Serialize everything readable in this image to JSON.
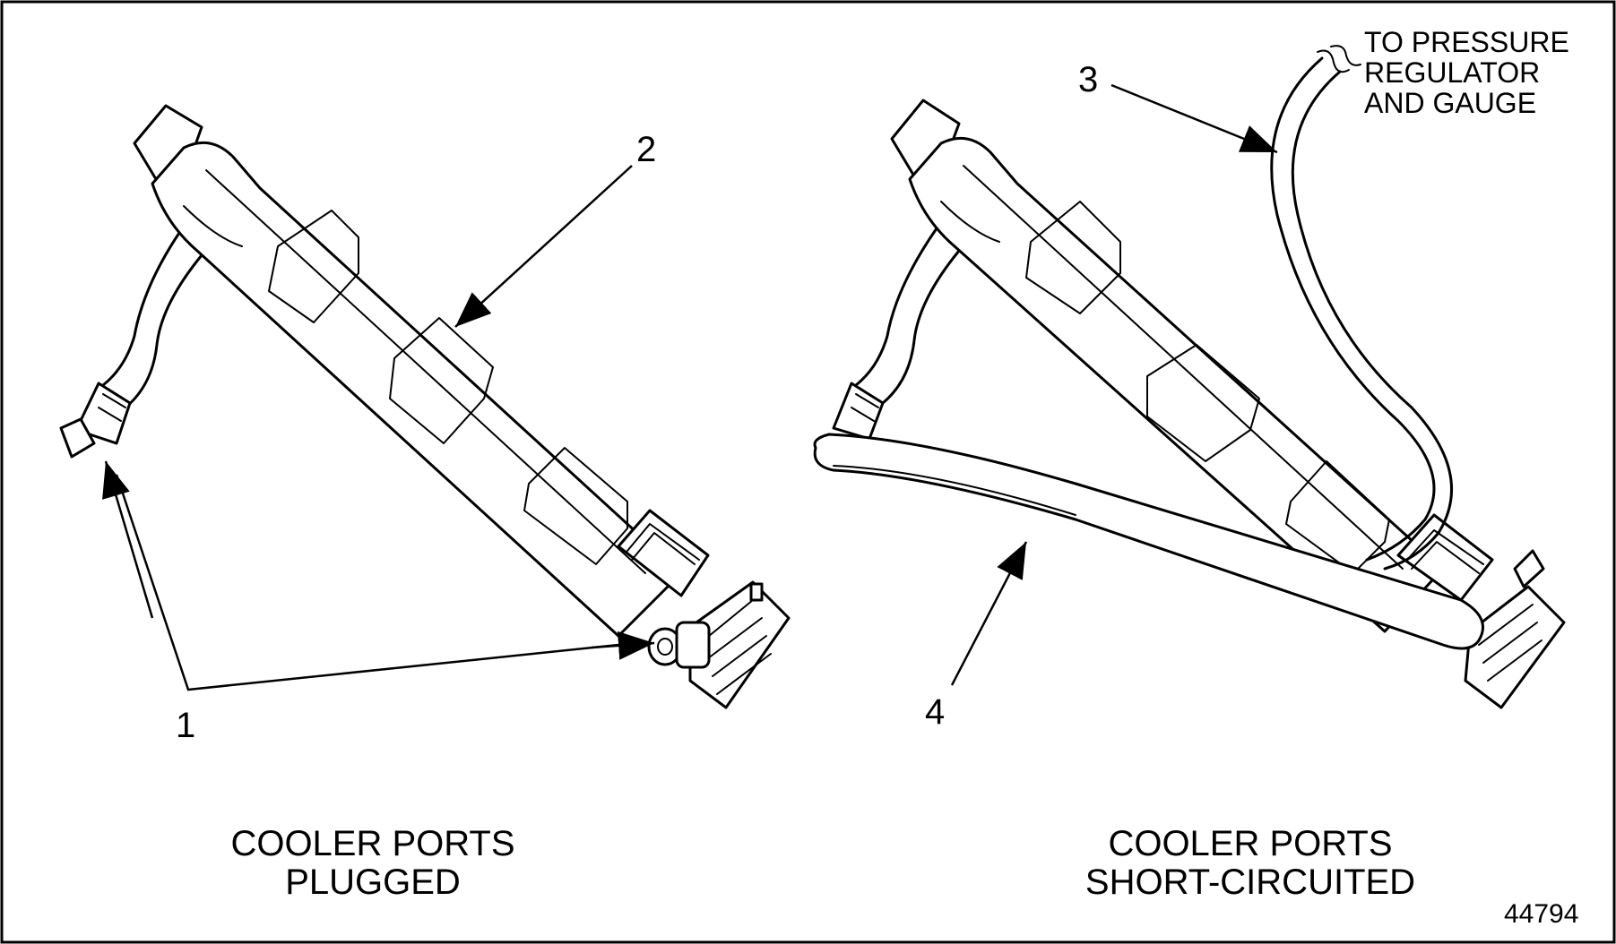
{
  "callouts": {
    "c1": "1",
    "c2": "2",
    "c3": "3",
    "c4": "4"
  },
  "captions": {
    "left_line1": "COOLER PORTS",
    "left_line2": "PLUGGED",
    "right_line1": "COOLER PORTS",
    "right_line2": "SHORT-CIRCUITED"
  },
  "note": {
    "line1": "TO PRESSURE",
    "line2": "REGULATOR",
    "line3": "AND GAUGE"
  },
  "figure_number": "44794"
}
